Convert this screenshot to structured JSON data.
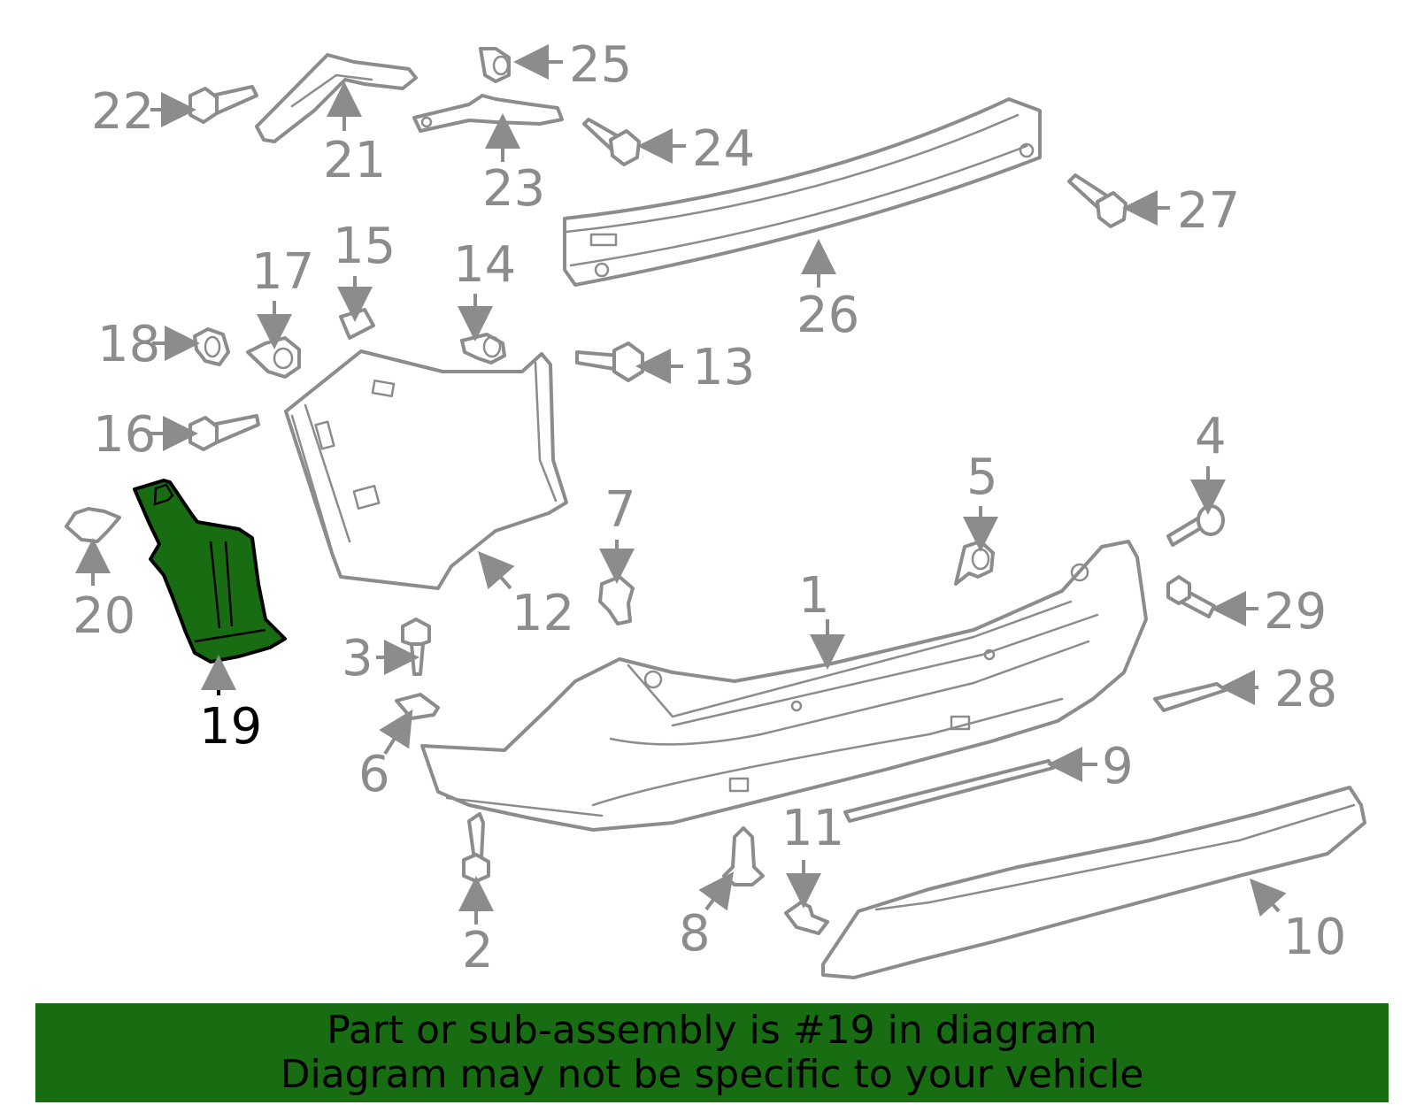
{
  "highlight_color": "#186c12",
  "part_color": "#8c8c8c",
  "callouts": {
    "c1": "1",
    "c2": "2",
    "c3": "3",
    "c4": "4",
    "c5": "5",
    "c6": "6",
    "c7": "7",
    "c8": "8",
    "c9": "9",
    "c10": "10",
    "c11": "11",
    "c12": "12",
    "c13": "13",
    "c14": "14",
    "c15": "15",
    "c16": "16",
    "c17": "17",
    "c18": "18",
    "c19": "19",
    "c20": "20",
    "c21": "21",
    "c22": "22",
    "c23": "23",
    "c24": "24",
    "c25": "25",
    "c26": "26",
    "c27": "27",
    "c28": "28",
    "c29": "29"
  },
  "highlighted_part": "19",
  "banner": {
    "line1": "Part or sub-assembly is #19 in diagram",
    "line2": "Diagram may not be specific to your vehicle"
  }
}
